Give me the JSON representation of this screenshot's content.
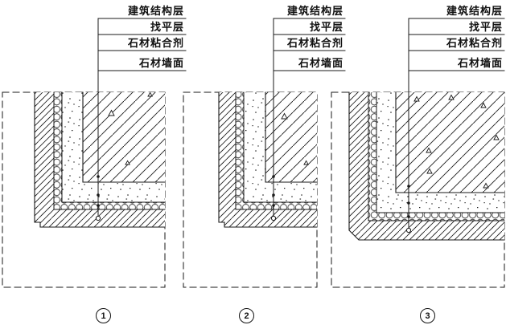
{
  "figure": {
    "type": "construction-detail-drawing",
    "colors": {
      "ink": "#1a1a1a",
      "background": "#ffffff"
    }
  },
  "panels": [
    {
      "number": "1",
      "layer_labels": [
        "建筑结构层",
        "找平层",
        "石材粘合剂",
        "石材墙面"
      ]
    },
    {
      "number": "2",
      "layer_labels": [
        "建筑结构层",
        "找平层",
        "石材粘合剂",
        "石材墙面"
      ]
    },
    {
      "number": "3",
      "layer_labels": [
        "建筑结构层",
        "找平层",
        "石材粘合剂",
        "石材墙面"
      ]
    }
  ]
}
